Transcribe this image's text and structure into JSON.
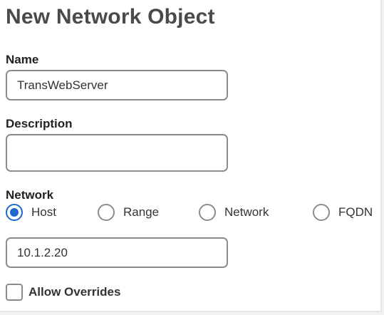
{
  "page": {
    "title": "New Network Object"
  },
  "form": {
    "name": {
      "label": "Name",
      "value": "TransWebServer"
    },
    "description": {
      "label": "Description",
      "value": ""
    },
    "network": {
      "label": "Network",
      "selected": "Host",
      "options": [
        {
          "label": "Host",
          "selected": true
        },
        {
          "label": "Range",
          "selected": false
        },
        {
          "label": "Network",
          "selected": false
        },
        {
          "label": "FQDN",
          "selected": false
        }
      ],
      "value": "10.1.2.20"
    },
    "allow_overrides": {
      "label": "Allow Overrides",
      "checked": false
    }
  },
  "colors": {
    "accent": "#1d69cc",
    "border": "#8c8c8c",
    "title": "#4a4a4a"
  },
  "icons": {
    "radio_selected": "radio-selected-icon",
    "radio_unselected": "radio-unselected-icon",
    "checkbox_unchecked": "checkbox-unchecked-icon"
  }
}
